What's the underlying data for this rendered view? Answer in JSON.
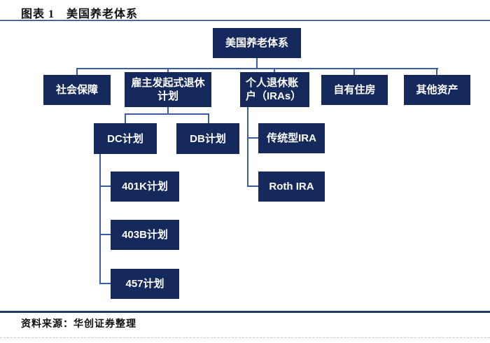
{
  "page": {
    "title": "图表 1　美国养老体系",
    "source": "资料来源：华创证券整理"
  },
  "colors": {
    "node_fill": "#16295c",
    "connector": "#3a5ba6",
    "rule": "#1f3864"
  },
  "tree": {
    "root": "美国养老体系",
    "level2": {
      "social_security": "社会保障",
      "employer_plan": "雇主发起式退休计划",
      "ira": "个人退休账户（IRAs）",
      "own_housing": "自有住房",
      "other_assets": "其他资产"
    },
    "level3": {
      "dc_plan": "DC计划",
      "db_plan": "DB计划",
      "traditional_ira": "传统型IRA"
    },
    "level4": {
      "plan_401k": "401K计划",
      "plan_403b": "403B计划",
      "plan_457": "457计划",
      "roth_ira": "Roth IRA"
    }
  }
}
